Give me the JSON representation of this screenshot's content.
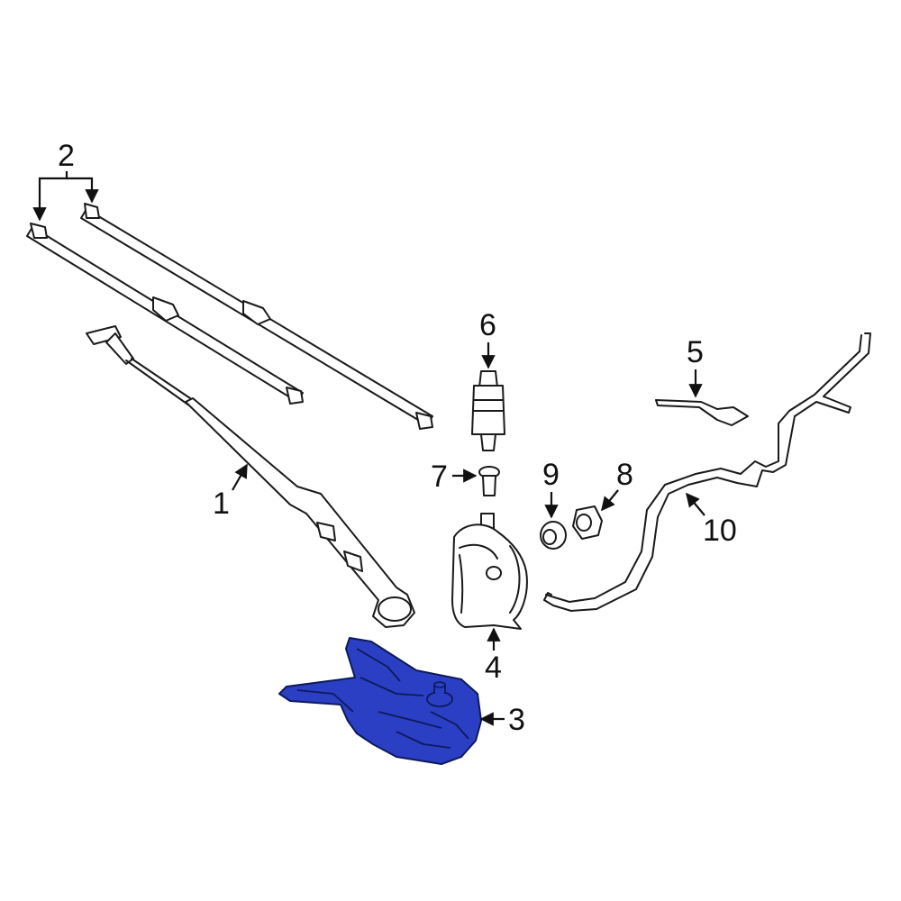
{
  "colors": {
    "highlight": "#2b3fc4",
    "line": "#1a1a1a",
    "background": "#ffffff"
  },
  "callouts": {
    "c1": "1",
    "c2": "2",
    "c3": "3",
    "c4": "4",
    "c5": "5",
    "c6": "6",
    "c7": "7",
    "c8": "8",
    "c9": "9",
    "c10": "10"
  },
  "highlighted_part": "3"
}
